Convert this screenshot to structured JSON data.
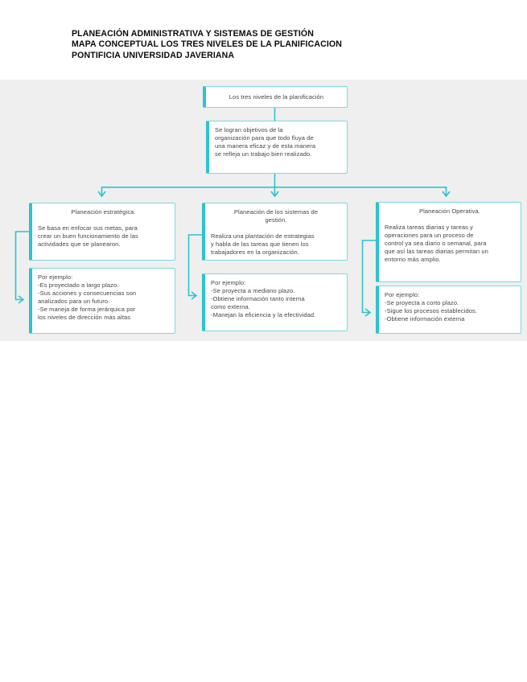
{
  "colors": {
    "accent": "#2bc4cf",
    "border": "#79d9e0",
    "band": "#efefef",
    "text": "#454545"
  },
  "header": {
    "title_lines": [
      "PLANEACIÓN ADMINISTRATIVA Y SISTEMAS DE GESTIÓN",
      "MAPA CONCEPTUAL LOS TRES NIVELES DE LA PLANIFICACION",
      "PONTIFICIA UNIVERSIDAD JAVERIANA"
    ]
  },
  "map": {
    "root": {
      "label": "Los tres niveles de la planificación"
    },
    "intro": {
      "text": "Se logran objetivos de la\norganización para que todo fluya de\nuna manera eficaz y de esta manera\nse refleja un trabajo bien realizado."
    },
    "columns": [
      {
        "box1": {
          "title": "Planeación estratégica.",
          "body": "Se basa en enfocar sus metas, para\ncrear un buen funcionamiento de las\nactividades que se planearon."
        },
        "box2": {
          "body": "Por ejemplo:\n-Es proyectado a largo plazo.\n-Sus acciones y consecuencias son\nanalizados para un futuro.\n-Se maneja de forma jerárquica por\nlos niveles de dirección más altas"
        }
      },
      {
        "box1": {
          "title": "Planeación de los sistemas de\ngestión.",
          "body": "Realiza una plantación de estrategias\ny habla de las tareas que tienen los\ntrabajadores en la organización."
        },
        "box2": {
          "body": "Por ejemplo:\n-Se proyecta a mediano plazo.\n-Obtiene información tanto interna\ncomo externa.\n-Manejan la eficiencia y la efectividad."
        }
      },
      {
        "box1": {
          "title": "Planeación Operativa.",
          "body": "Realiza tareas diarias y tareas y\noperaciones para un proceso de\ncontrol ya sea diario o semanal, para\nque así las tareas diarias permitan un\nentorno más amplio."
        },
        "box2": {
          "body": "Por ejemplo:\n-Se proyecta a corto plazo.\n-Sigue los procesos establecidos.\n-Obtiene información externa"
        }
      }
    ]
  }
}
